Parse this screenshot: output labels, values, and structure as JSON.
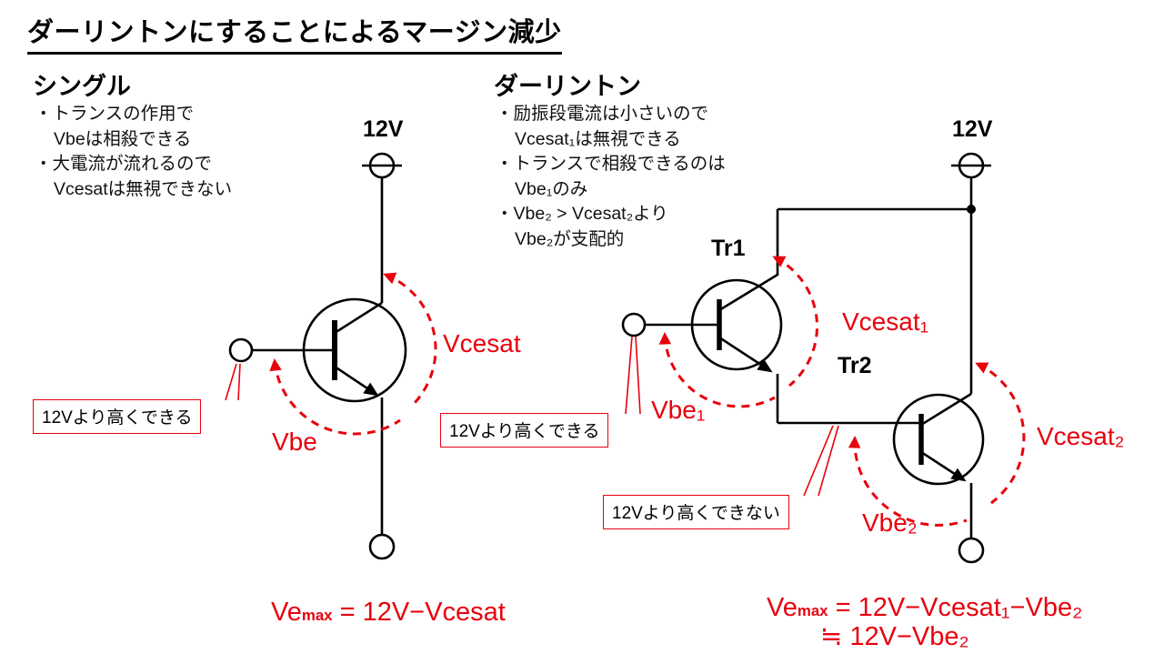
{
  "title": "ダーリントンにすることによるマージン減少",
  "colors": {
    "accent_red": "#e8000d",
    "line_black": "#000000"
  },
  "single": {
    "heading": "シングル",
    "bullets": [
      "・トランスの作用で",
      "Vbeは相殺できる",
      "・大電流が流れるので",
      "Vcesatは無視できない"
    ],
    "supply": "12V",
    "labels": {
      "vcesat": "Vcesat",
      "vbe": "Vbe"
    },
    "callout": "12Vより高くできる",
    "formula": {
      "base": "Ve",
      "sub": "max",
      "rest": " = 12V−Vcesat"
    }
  },
  "darlington": {
    "heading": "ダーリントン",
    "bullets": [
      "・励振段電流は小さいので",
      "Vcesat₁は無視できる",
      "・トランスで相殺できるのは",
      "Vbe₁のみ",
      "・Vbe₂ > Vcesat₂より",
      "Vbe₂が支配的"
    ],
    "supply": "12V",
    "tr1": "Tr1",
    "tr2": "Tr2",
    "labels": {
      "vcesat1": "Vcesat₁",
      "vbe1": "Vbe₁",
      "vcesat2": "Vcesat₂",
      "vbe2": "Vbe₂"
    },
    "callout_can": "12Vより高くできる",
    "callout_cannot": "12Vより高くできない",
    "formula1": {
      "base": "Ve",
      "sub": "max",
      "rest": " = 12V−Vcesat₁−Vbe₂"
    },
    "formula2": "≒ 12V−Vbe₂"
  }
}
